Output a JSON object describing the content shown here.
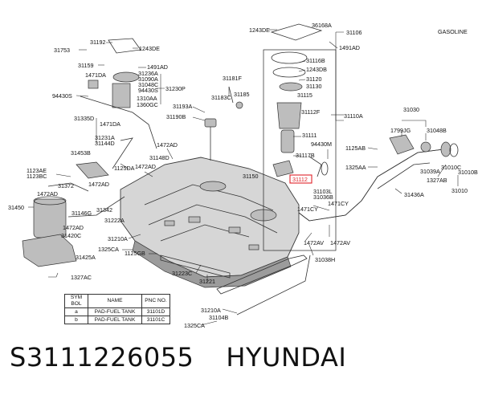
{
  "diagram": {
    "fuel_system_label": "GASOLINE",
    "highlighted_part": "31112",
    "part_numbers": {
      "p31192": "31192",
      "p1243DE_a": "1243DE",
      "p31753": "31753",
      "p31159": "31159",
      "p1491AD": "1491AD",
      "p1471DA": "1471DA",
      "p31236A": "31236A",
      "p31090A": "31090A",
      "p31048C": "31048C",
      "p94430S_a": "94430S",
      "p31230P": "31230P",
      "p94430S_b": "94430S",
      "p1310AA": "1310AA",
      "p1360GC": "1360GC",
      "p31335D": "31335D",
      "p1471DA_b": "1471DA",
      "p31231A": "31231A",
      "p31144D": "31144D",
      "p31453B": "31453B",
      "p31181F": "31181F",
      "p31183C": "31183C",
      "p31185": "31185",
      "p31193A": "31193A",
      "p31190B": "31190B",
      "p1472AD_a": "1472AD",
      "p31148D": "31148D",
      "p1125DA": "1125DA",
      "p1472AD_b": "1472AD",
      "p1123AE": "1123AE",
      "p1123BC": "1123BC",
      "p31372": "31372",
      "p1472AD_c": "1472AD",
      "p1472AD_d": "1472AD",
      "p31450": "31450",
      "p31146G": "31146G",
      "p31342": "31342",
      "p31222A": "31222A",
      "p1472AD_e": "1472AD",
      "p31420C": "31420C",
      "p31210A": "31210A",
      "p31425A": "31425A",
      "p1325CA_a": "1325CA",
      "p1125GB": "1125GB",
      "p1327AC": "1327AC",
      "p31223C": "31223C",
      "p31221": "31221",
      "p31150": "31150",
      "p1243DE_b": "1243DE",
      "p36168A": "36168A",
      "p31106": "31106",
      "p1491AD_b": "1491AD",
      "p31116B": "31116B",
      "p1243DB": "1243DB",
      "p31120": "31120",
      "p31130": "31130",
      "p31115": "31115",
      "p31112F": "31112F",
      "p31110A": "31110A",
      "p31111": "31111",
      "p94430M": "94430M",
      "p31117B": "31117B",
      "p31103L": "31103L",
      "p31036B": "31036B",
      "p1471CY_a": "1471CY",
      "p1471CY_b": "1471CY",
      "p1472AV_a": "1472AV",
      "p1472AV_b": "1472AV",
      "p31038H": "31038H",
      "p31030": "31030",
      "p1799JG": "1799JG",
      "p31048B": "31048B",
      "p1125AB": "1125AB",
      "p1325AA": "1325AA",
      "p31039A": "31039A",
      "p31010C": "31010C",
      "p31010B": "31010B",
      "p1327AB": "1327AB",
      "p31010": "31010",
      "p31436A": "31436A",
      "p31210A_b": "31210A",
      "p31104B": "31104B",
      "p1325CA_b": "1325CA"
    }
  },
  "legend": {
    "headers": [
      "SYM BOL",
      "NAME",
      "PNC NO."
    ],
    "rows": [
      {
        "symbol": "a",
        "name": "PAD-FUEL TANK",
        "pnc": "31101D"
      },
      {
        "symbol": "b",
        "name": "PAD-FUEL TANK",
        "pnc": "31101C"
      }
    ]
  },
  "footer": {
    "part_number": "S3111226055",
    "brand": "HYUNDAI"
  },
  "colors": {
    "highlight": "#e0242a",
    "tank_fill": "#d6d6d6",
    "text": "#111111"
  }
}
